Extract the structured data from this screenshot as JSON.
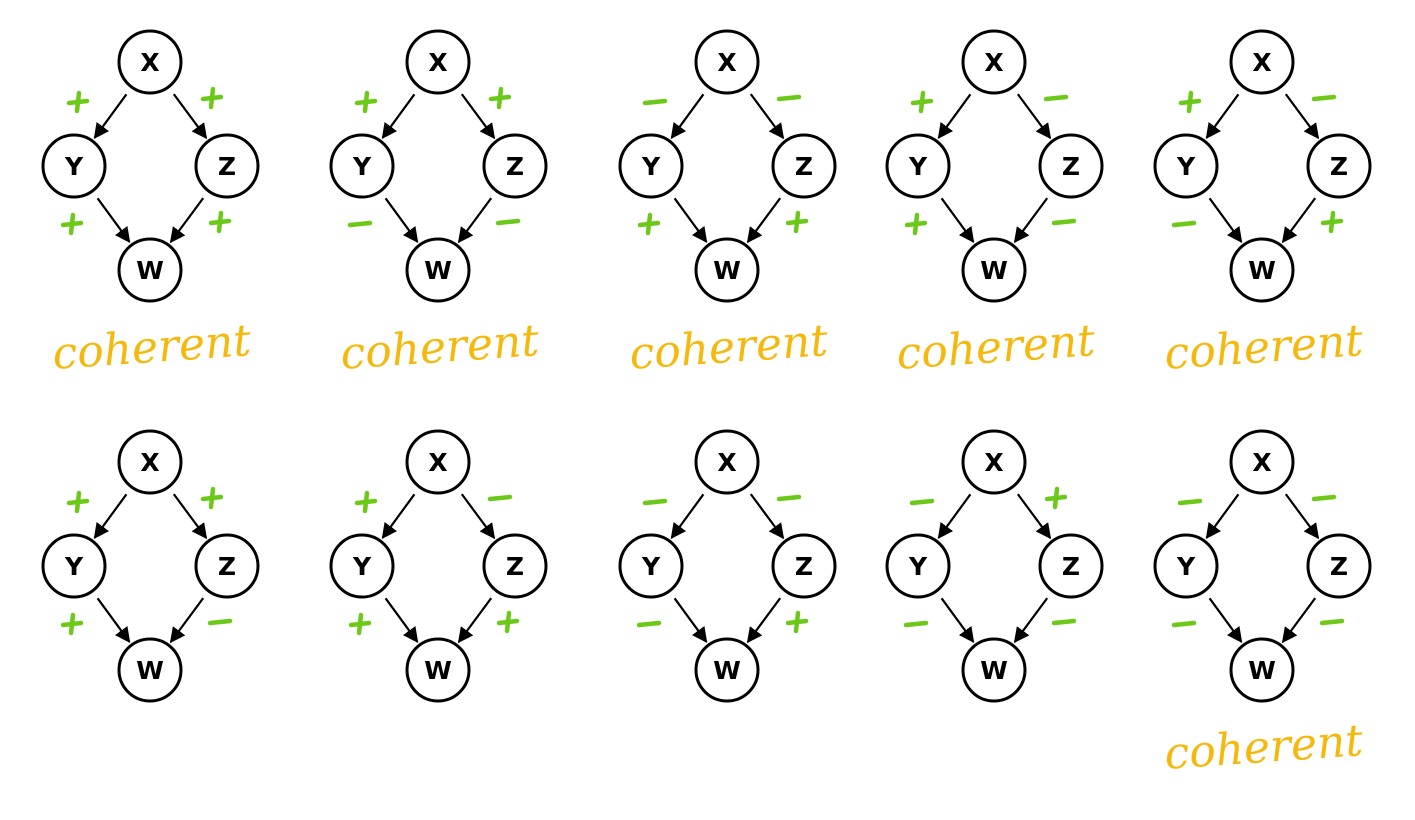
{
  "colors": {
    "node_stroke": "#000000",
    "sign": "#6cc91a",
    "verdict": "#f5b90d"
  },
  "node_labels": {
    "top": "X",
    "left": "Y",
    "right": "Z",
    "bottom": "W"
  },
  "verdict_text": "coherent",
  "loops": [
    {
      "signs": {
        "xy": "+",
        "xz": "+",
        "yw": "+",
        "zw": "+"
      },
      "verdict": "coherent"
    },
    {
      "signs": {
        "xy": "+",
        "xz": "+",
        "yw": "−",
        "zw": "−"
      },
      "verdict": "coherent"
    },
    {
      "signs": {
        "xy": "−",
        "xz": "−",
        "yw": "+",
        "zw": "+"
      },
      "verdict": "coherent"
    },
    {
      "signs": {
        "xy": "+",
        "xz": "−",
        "yw": "+",
        "zw": "−"
      },
      "verdict": "coherent"
    },
    {
      "signs": {
        "xy": "+",
        "xz": "−",
        "yw": "−",
        "zw": "+"
      },
      "verdict": "coherent"
    },
    {
      "signs": {
        "xy": "+",
        "xz": "+",
        "yw": "+",
        "zw": "−"
      },
      "verdict": ""
    },
    {
      "signs": {
        "xy": "+",
        "xz": "−",
        "yw": "+",
        "zw": "+"
      },
      "verdict": ""
    },
    {
      "signs": {
        "xy": "−",
        "xz": "−",
        "yw": "−",
        "zw": "+"
      },
      "verdict": ""
    },
    {
      "signs": {
        "xy": "−",
        "xz": "+",
        "yw": "−",
        "zw": "−"
      },
      "verdict": ""
    },
    {
      "signs": {
        "xy": "−",
        "xz": "−",
        "yw": "−",
        "zw": "−"
      },
      "verdict": "coherent"
    }
  ]
}
